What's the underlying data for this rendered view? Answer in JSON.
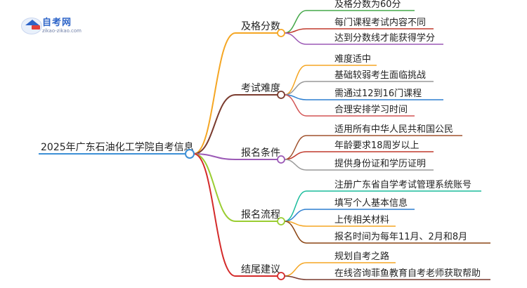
{
  "logo": {
    "title": "自考网",
    "subtitle": "zikao-zikao.com"
  },
  "root": {
    "label": "2025年广东石油化工学院自考信息",
    "color": "#3d8fd6"
  },
  "branches": [
    {
      "label": "及格分数",
      "color": "#f5a623",
      "children": [
        {
          "label": "及格分数为60分",
          "color": "#45a84a"
        },
        {
          "label": "每门课程考试内容不同",
          "color": "#c0392b"
        },
        {
          "label": "达到分数线才能获得学分",
          "color": "#9b59b6"
        }
      ]
    },
    {
      "label": "考试难度",
      "color": "#7a3b2e",
      "children": [
        {
          "label": "难度适中",
          "color": "#f5a623"
        },
        {
          "label": "基础较弱考生面临挑战",
          "color": "#999999"
        },
        {
          "label": "需通过12到16门课程",
          "color": "#2d7fd0"
        },
        {
          "label": "合理安排学习时间",
          "color": "#d35454"
        }
      ]
    },
    {
      "label": "报名条件",
      "color": "#9b59b6",
      "children": [
        {
          "label": "适用所有中华人民共和国公民",
          "color": "#a0522d"
        },
        {
          "label": "年龄要求18周岁以上",
          "color": "#c0392b"
        },
        {
          "label": "提供身份证和学历证明",
          "color": "#999999"
        }
      ]
    },
    {
      "label": "报名流程",
      "color": "#9acd32",
      "children": [
        {
          "label": "注册广东省自学考试管理系统账号",
          "color": "#1abc9c"
        },
        {
          "label": "填写个人基本信息",
          "color": "#2d7fd0"
        },
        {
          "label": "上传相关材料",
          "color": "#f5a623"
        },
        {
          "label": "报名时间为每年11月、2月和8月",
          "color": "#8b4513"
        }
      ]
    },
    {
      "label": "结尾建议",
      "color": "#d42a2a",
      "children": [
        {
          "label": "规划自考之路",
          "color": "#f5a623"
        },
        {
          "label": "在线咨询菲鱼教育自考老师获取帮助",
          "color": "#7a3b2e"
        }
      ]
    }
  ]
}
